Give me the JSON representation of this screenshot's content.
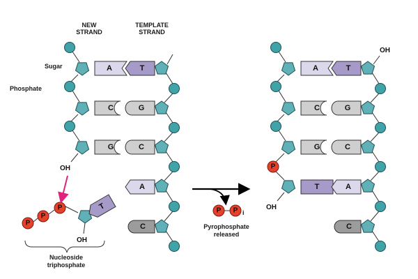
{
  "labels": {
    "new_strand": [
      "NEW",
      "STRAND"
    ],
    "template_strand": [
      "TEMPLATE",
      "STRAND"
    ],
    "sugar": "Sugar",
    "phosphate": "Phosphate",
    "oh": "OH",
    "nucleoside_triphosphate": [
      "Nucleoside",
      "triphosphate"
    ],
    "pyrophosphate": [
      "Pyrophosphate",
      "released"
    ]
  },
  "phosphate_symbol": "P",
  "pyro_subscript": "i",
  "bases": {
    "left_pairs": [
      [
        "A",
        "T"
      ],
      [
        "C",
        "G"
      ],
      [
        "G",
        "C"
      ]
    ],
    "left_template_unpaired": [
      "A",
      "C"
    ],
    "incoming": "T",
    "right_pairs": [
      [
        "A",
        "T"
      ],
      [
        "C",
        "G"
      ],
      [
        "G",
        "C"
      ],
      [
        "T",
        "A"
      ]
    ],
    "right_template_unpaired": [
      "C"
    ]
  },
  "colors": {
    "sugar": "#5fb0b7",
    "phosphate_backbone": "#3fa3a8",
    "phosphate_red": "#e5412b",
    "purple_base": "#a69ac9",
    "lilac_base": "#dcd8ec",
    "gray_base": "#cfcfcf",
    "gray_dark_base": "#9c9c9c",
    "arrow_magenta": "#e0227a"
  }
}
